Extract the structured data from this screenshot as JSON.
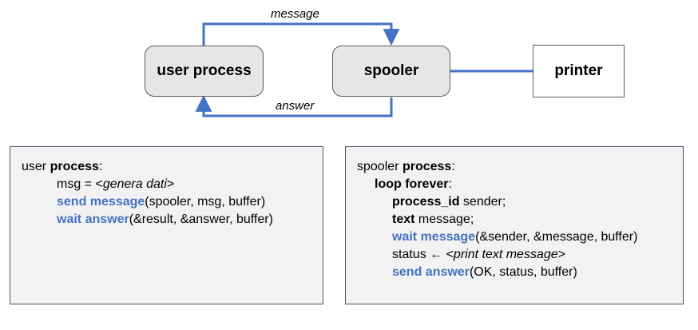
{
  "diagram": {
    "nodes": {
      "user_process": "user process",
      "spooler": "spooler",
      "printer": "printer"
    },
    "edges": {
      "message": "message",
      "answer": "answer"
    },
    "colors": {
      "arrow": "#4472c4",
      "node_fill": "#e6e6e6",
      "code_fill": "#f2f2f2",
      "keyword_blue": "#4472c4"
    }
  },
  "user_code": {
    "l1_name": "user",
    "l1_kw": "process",
    "l1_tail": ":",
    "l2_pre": "msg = <",
    "l2_it": "genera dati",
    "l2_post": ">",
    "l3_op": "send message",
    "l3_args": "(spooler, msg, buffer)",
    "l4_op": "wait answer",
    "l4_args": "(&result, &answer, buffer)"
  },
  "spooler_code": {
    "l1_name": "spooler",
    "l1_kw": "process",
    "l1_tail": ":",
    "l2_kw": "loop forever",
    "l2_tail": ":",
    "l3_kw": "process_id",
    "l3_tail": " sender;",
    "l4_kw": "text",
    "l4_tail": " message;",
    "l5_op": "wait message",
    "l5_args": "(&sender, &message, buffer)",
    "l6_pre": "status ← <",
    "l6_it": "print text message",
    "l6_post": ">",
    "l7_op": "send answer",
    "l7_args": "(OK, status, buffer)"
  }
}
